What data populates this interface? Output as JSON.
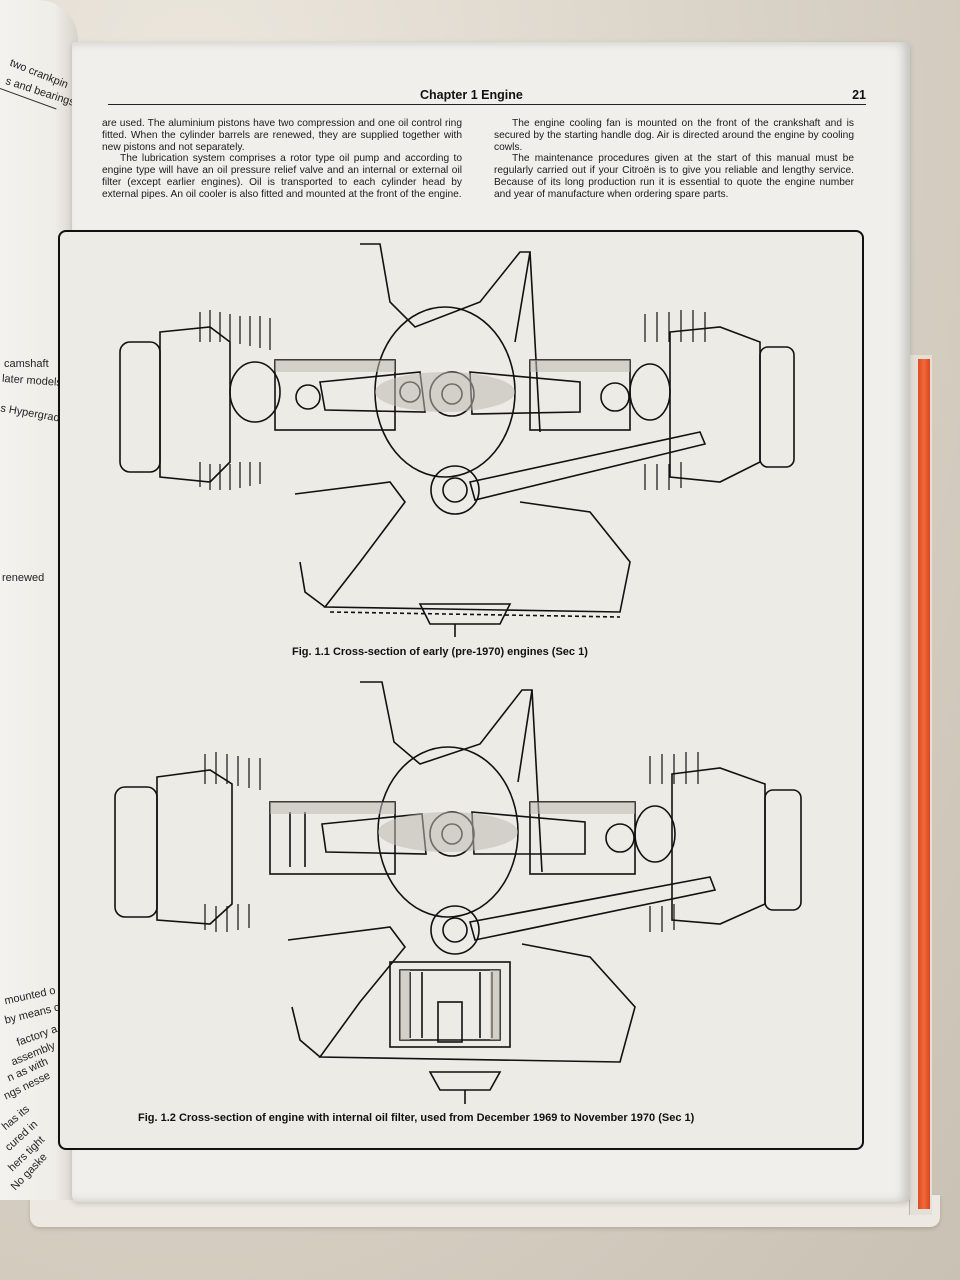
{
  "left_page": {
    "fragments": [
      "two crankpin",
      "s and bearings",
      "camshaft",
      "later models)",
      "s Hypergrade",
      "renewed",
      "mounted o",
      "by means o",
      "factory a",
      "assembly",
      "n as with",
      "ngs nesse",
      "has its",
      "cured in",
      "hers tight",
      "No gaske"
    ]
  },
  "header": {
    "chapter": "Chapter 1  Engine",
    "page_number": "21"
  },
  "column_left": [
    "are used. The aluminium pistons have two compression and one oil control ring fitted. When the cylinder barrels are renewed, they are supplied together with new pistons and not separately.",
    "The lubrication system comprises a rotor type oil pump and according to engine type will have an oil pressure relief valve and an internal or external oil filter (except earlier engines). Oil is transported to each cylinder head by external pipes. An oil cooler is also fitted and mounted at the front of the engine."
  ],
  "column_right": [
    "The engine cooling fan is mounted on the front of the crankshaft and is secured by the starting handle dog. Air is directed around the engine by cooling cowls.",
    "The maintenance procedures given at the start of this manual must be regularly carried out if your Citroën is to give you reliable and lengthy service. Because of its long production run it is essential to quote the engine number and year of manufacture when ordering spare parts."
  ],
  "figures": [
    {
      "caption": "Fig. 1.1 Cross-section of early (pre-1970) engines (Sec 1)"
    },
    {
      "caption": "Fig. 1.2 Cross-section of engine with internal oil filter, used from December 1969 to November 1970 (Sec 1)"
    }
  ],
  "colors": {
    "page": "#f1efeb",
    "ink": "#111111",
    "spine": "#e04a24"
  }
}
